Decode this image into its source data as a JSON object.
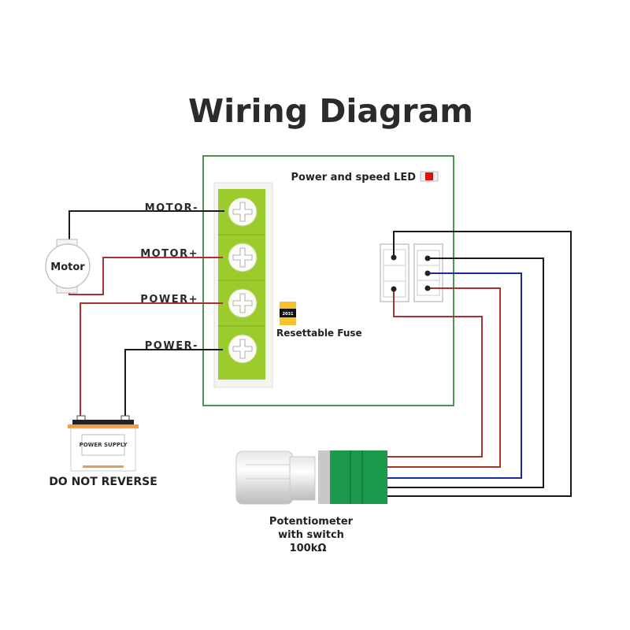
{
  "title": "Wiring Diagram",
  "board": {
    "led_label": "Power and speed LED",
    "fuse_label": "Resettable Fuse",
    "fuse_code": "2031",
    "terminals": [
      {
        "label": "MOTOR-",
        "wire_color": "#1a1a1a"
      },
      {
        "label": "MOTOR+",
        "wire_color": "#a83232"
      },
      {
        "label": "POWER+",
        "wire_color": "#a83232"
      },
      {
        "label": "POWER-",
        "wire_color": "#1a1a1a"
      }
    ]
  },
  "motor": {
    "label": "Motor"
  },
  "power_supply": {
    "label": "POWER SUPPLY",
    "warning": "DO NOT REVERSE"
  },
  "potentiometer": {
    "line1": "Potentiometer",
    "line2": "with switch",
    "line3": "100kΩ"
  },
  "colors": {
    "board_border": "#3a8a3a",
    "terminal_green": "#9ccc2c",
    "pot_green": "#1a9a4a",
    "wire_red": "#a83232",
    "wire_blue": "#1c2a9a",
    "wire_black": "#1a1a1a",
    "led_red": "#e01010",
    "fuse_yellow": "#f5c32c",
    "battery_orange": "#f0a040"
  }
}
